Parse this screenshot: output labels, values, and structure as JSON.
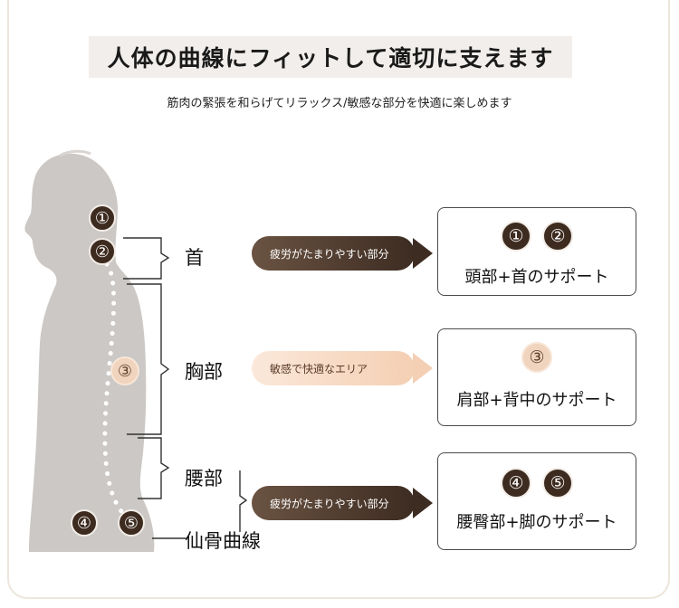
{
  "title": "人体の曲線にフィットして適切に支えます",
  "subtitle": "筋肉の緊張を和らげてリラックス/敏感な部分を快適に楽しめます",
  "figure": {
    "markers": [
      "①",
      "②",
      "③",
      "④",
      "⑤"
    ],
    "regions": [
      "首",
      "胸部",
      "腰部",
      "仙骨曲線"
    ]
  },
  "arrows": [
    {
      "text": "疲労がたまりやすい部分"
    },
    {
      "text": "敏感で快適なエリア"
    },
    {
      "text": "疲労がたまりやすい部分"
    }
  ],
  "cards": [
    {
      "nums": [
        "①",
        "②"
      ],
      "label": "頭部+首のサポート"
    },
    {
      "nums": [
        "③"
      ],
      "label": "肩部+背中のサポート"
    },
    {
      "nums": [
        "④",
        "⑤"
      ],
      "label": "腰臀部+脚のサポート"
    }
  ],
  "colors": {
    "dark_brown": "#3d2b20",
    "peach": "#f1d4bd",
    "silhouette": "#c9c6c3"
  }
}
